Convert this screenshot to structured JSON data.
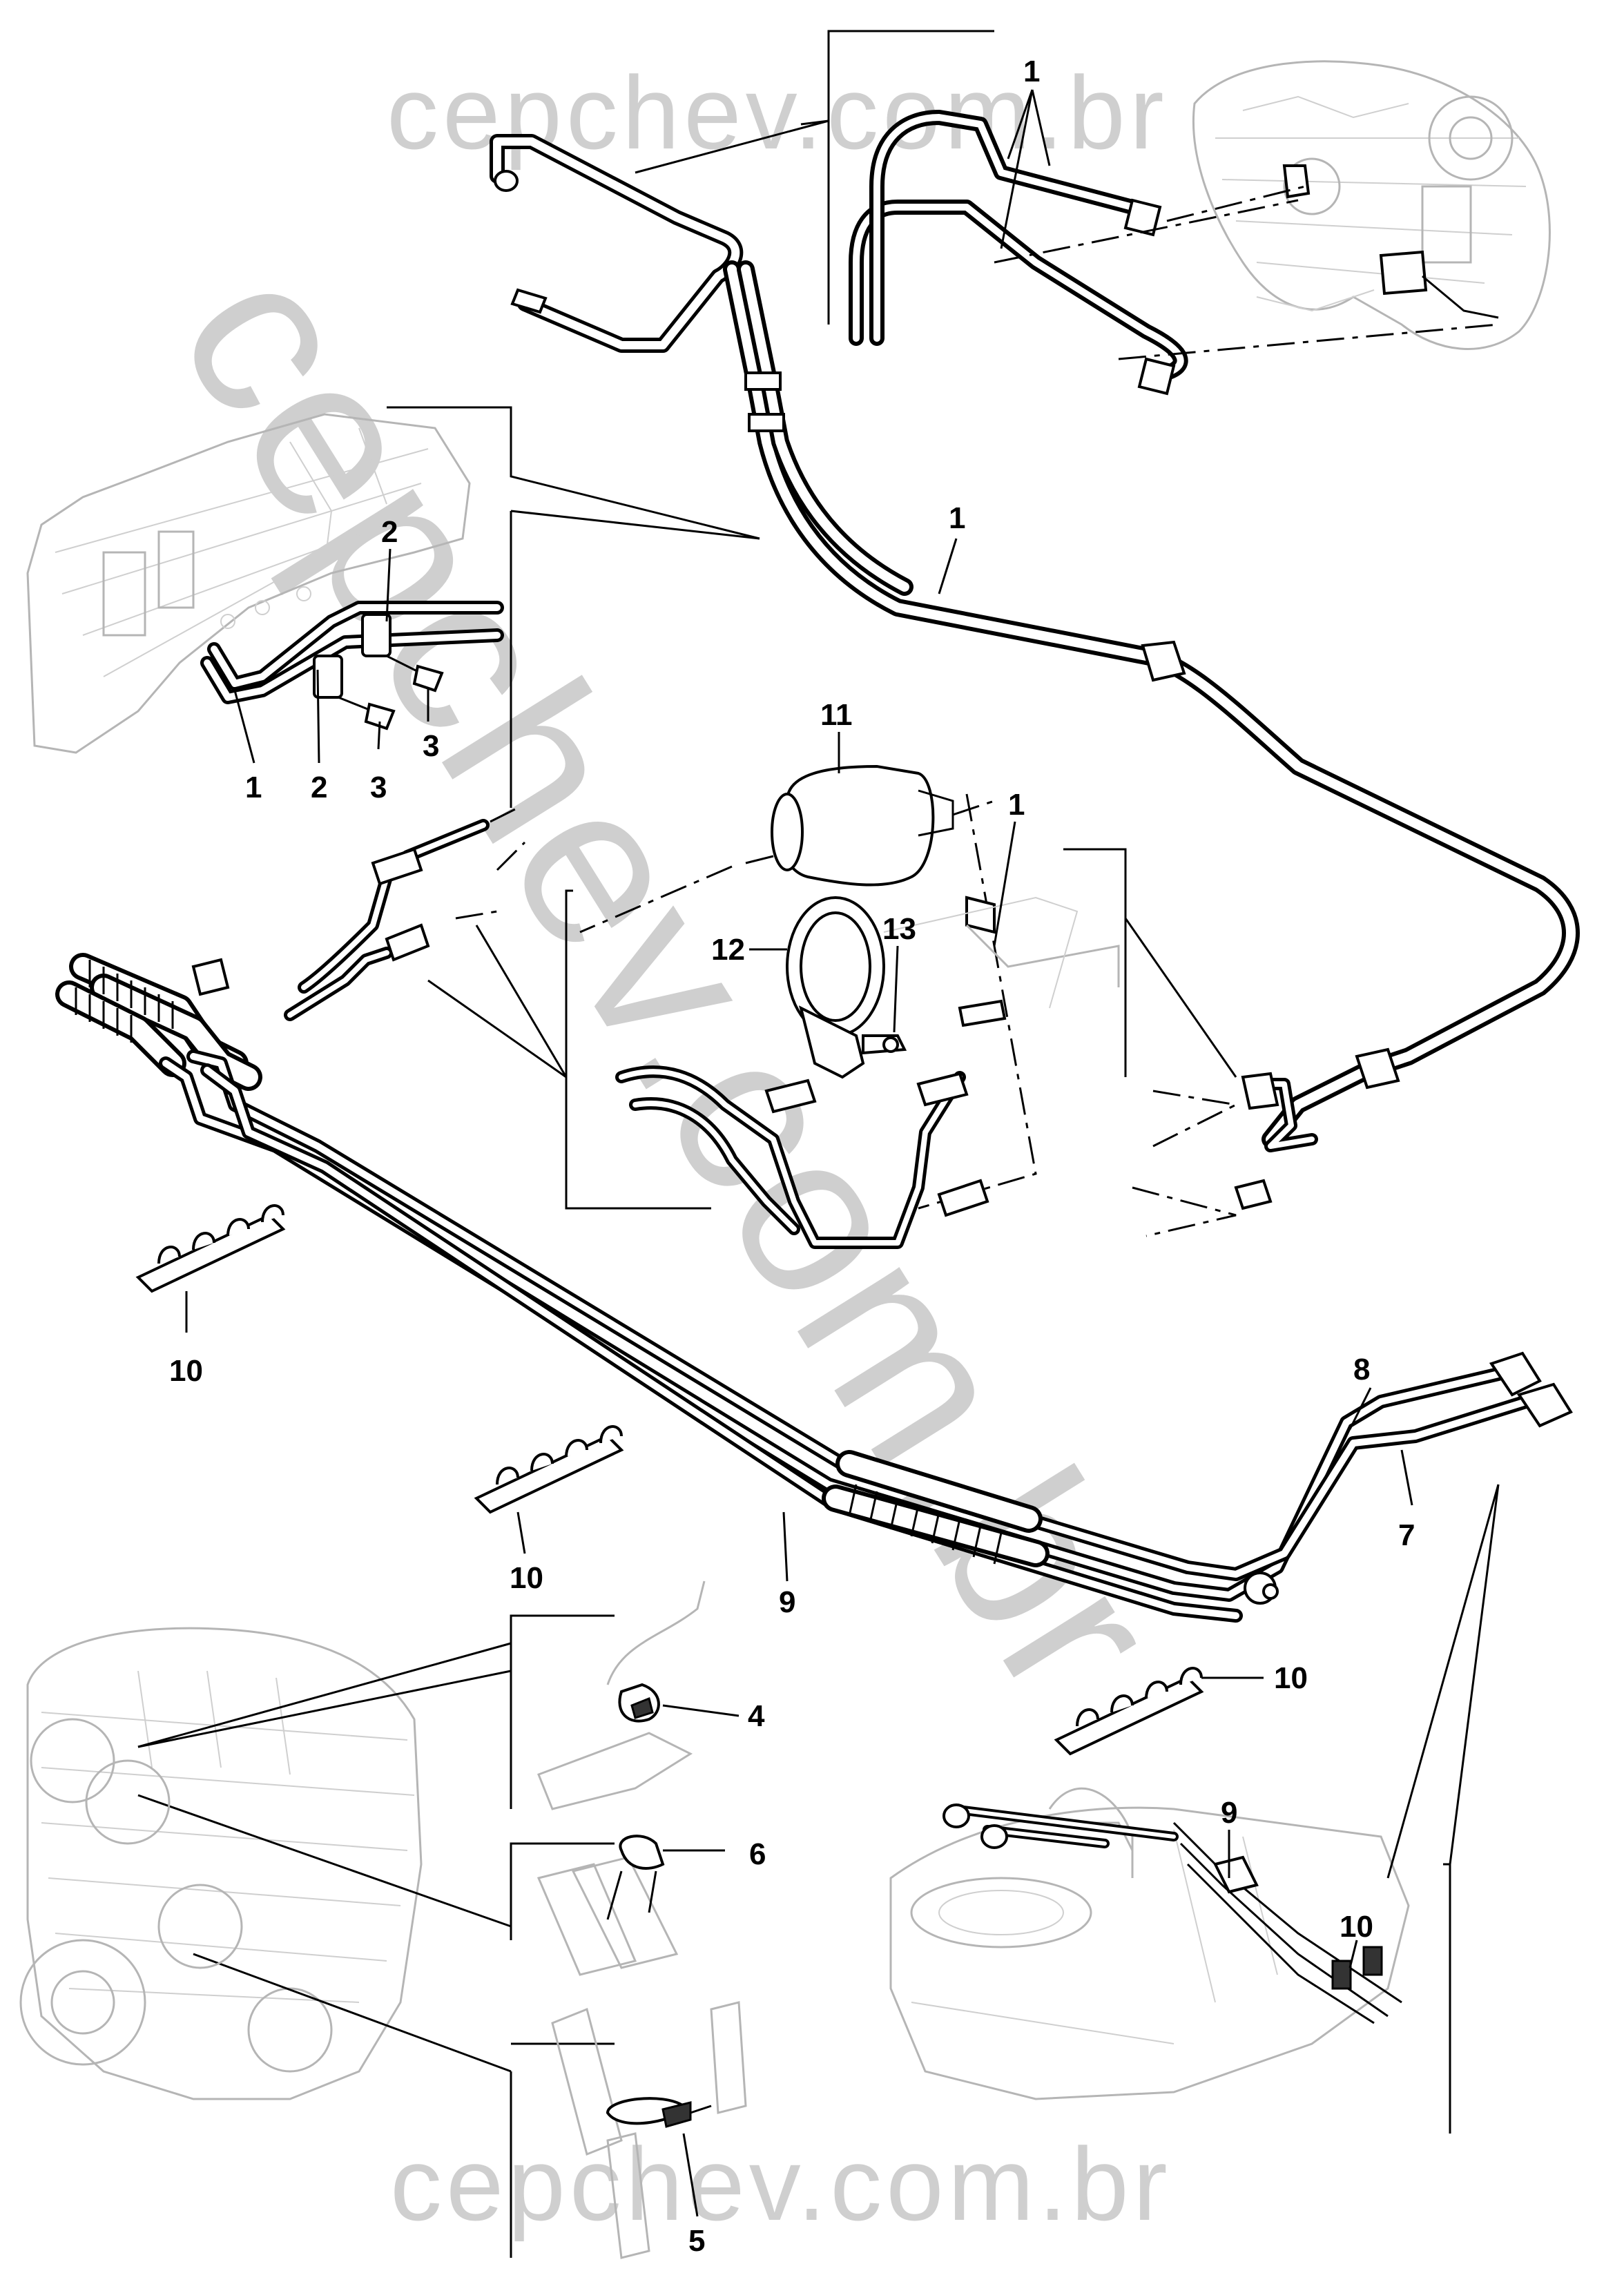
{
  "watermarks": {
    "top": "cepchev.com.br",
    "bottom": "cepchev.com.br",
    "diagonal": "cepchev.com.br"
  },
  "callouts": [
    {
      "id": "c1-top",
      "text": "1"
    },
    {
      "id": "c1-main",
      "text": "1"
    },
    {
      "id": "c2-upper",
      "text": "2"
    },
    {
      "id": "c1-bracket",
      "text": "1"
    },
    {
      "id": "c2-lower",
      "text": "2"
    },
    {
      "id": "c3-lower",
      "text": "3"
    },
    {
      "id": "c3-upper",
      "text": "3"
    },
    {
      "id": "c11",
      "text": "11"
    },
    {
      "id": "c1-filter",
      "text": "1"
    },
    {
      "id": "c12",
      "text": "12"
    },
    {
      "id": "c13",
      "text": "13"
    },
    {
      "id": "c10-left",
      "text": "10"
    },
    {
      "id": "c10-mid",
      "text": "10"
    },
    {
      "id": "c9-main",
      "text": "9"
    },
    {
      "id": "c8",
      "text": "8"
    },
    {
      "id": "c7",
      "text": "7"
    },
    {
      "id": "c10-right",
      "text": "10"
    },
    {
      "id": "c4",
      "text": "4"
    },
    {
      "id": "c6",
      "text": "6"
    },
    {
      "id": "c5",
      "text": "5"
    },
    {
      "id": "c9-tank",
      "text": "9"
    },
    {
      "id": "c10-tank",
      "text": "10"
    }
  ]
}
